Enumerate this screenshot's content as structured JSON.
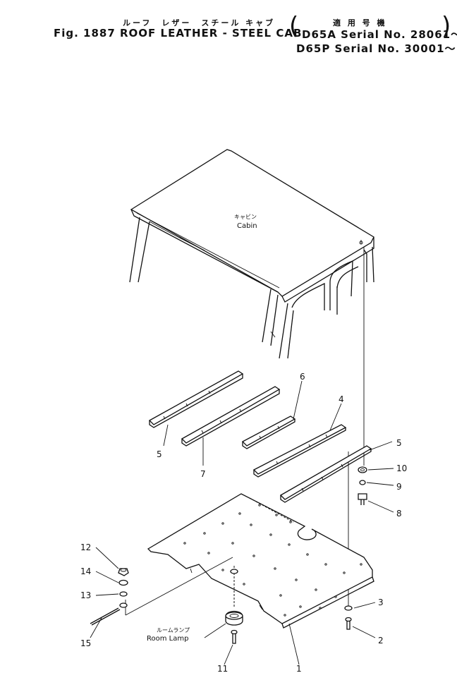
{
  "header": {
    "title_jp": "ルーフ　レザー　スチール キャブ",
    "fig": "Fig. 1887",
    "title_en": "ROOF LEATHER - STEEL CAB",
    "applic_jp": "適 用 号 機",
    "serial_1": "D65A  Serial No. 28061～",
    "serial_2": "D65P  Serial No. 30001～"
  },
  "diagram": {
    "cabin_jp": "キャビン",
    "cabin_en": "Cabin",
    "lamp_jp": "ルームランプ",
    "lamp_en": "Room Lamp",
    "callouts": {
      "c1": "1",
      "c2": "2",
      "c3": "3",
      "c4": "4",
      "c5a": "5",
      "c5b": "5",
      "c6": "6",
      "c7": "7",
      "c8": "8",
      "c9": "9",
      "c10": "10",
      "c11": "11",
      "c12": "12",
      "c13": "13",
      "c14": "14",
      "c15": "15"
    }
  }
}
